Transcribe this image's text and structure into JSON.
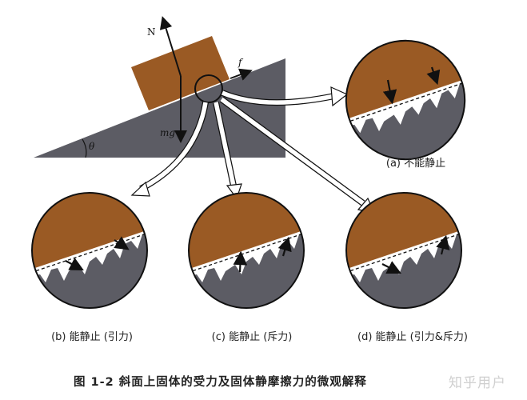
{
  "figure": {
    "symbols": {
      "normal": "N",
      "friction": "f",
      "gravity": "mg",
      "angle": "θ"
    },
    "panels": [
      {
        "id": "a",
        "label": "(a) 不能静止"
      },
      {
        "id": "b",
        "label": "(b) 能静止 (引力)"
      },
      {
        "id": "c",
        "label": "(c) 能静止 (斥力)"
      },
      {
        "id": "d",
        "label": "(d) 能静止 (引力&斥力)"
      }
    ],
    "caption": "图 1-2  斜面上固体的受力及固体静摩擦力的微观解释",
    "watermark": "知乎用户"
  },
  "colors": {
    "block": "#9a5a24",
    "slope": "#5c5c64",
    "line": "#111111"
  }
}
